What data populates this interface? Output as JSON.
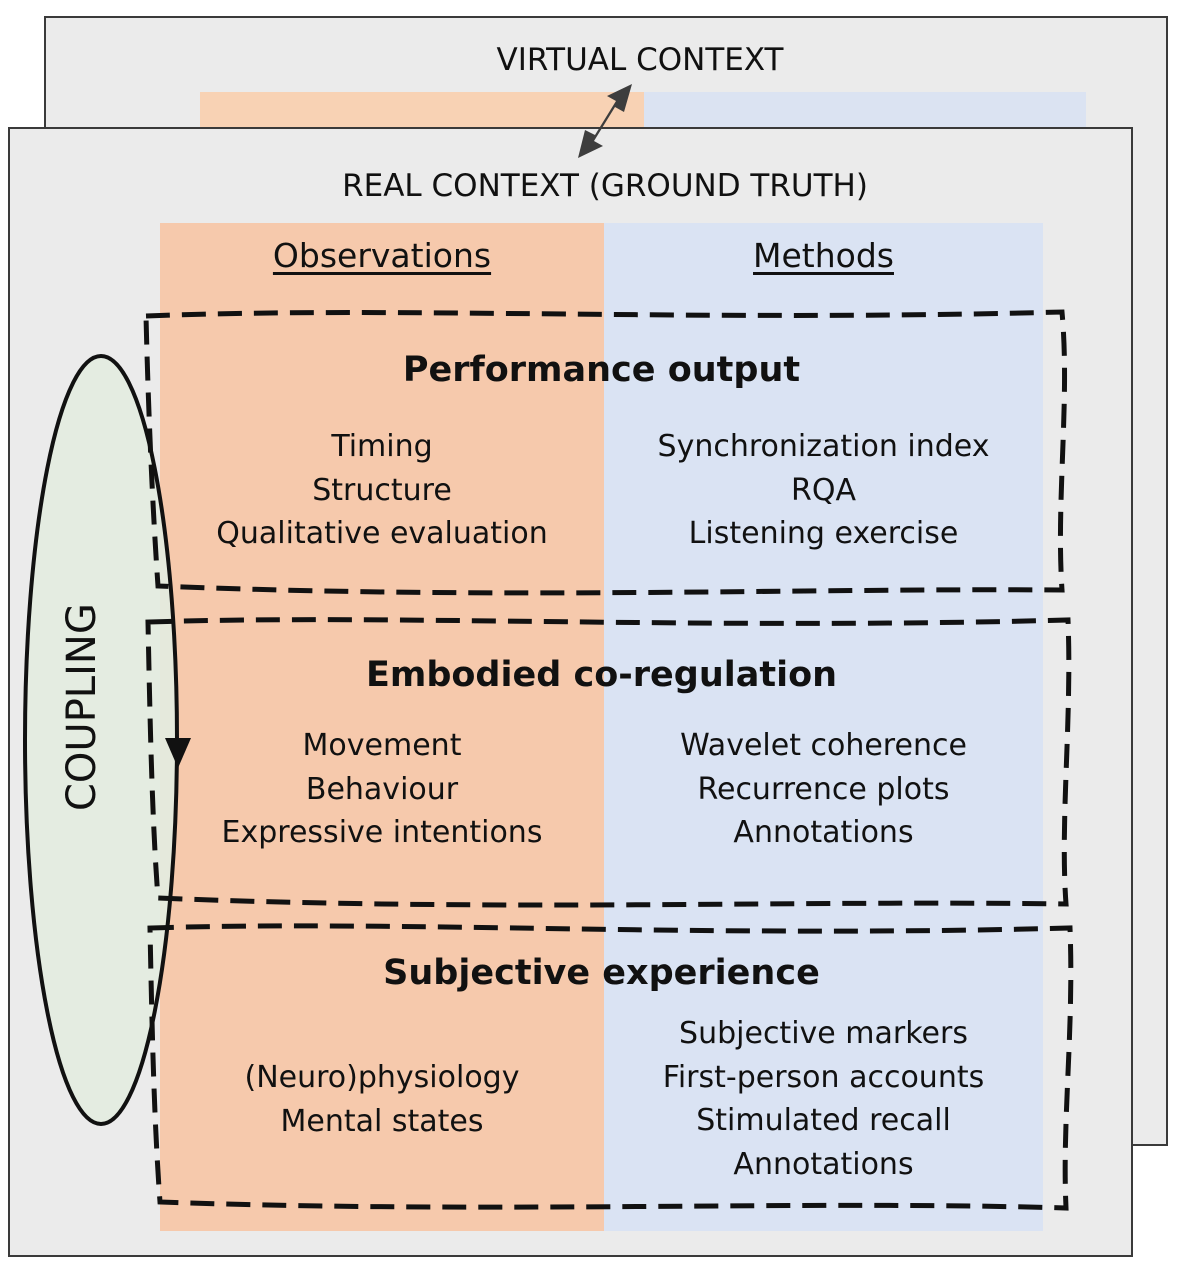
{
  "virtual_context": {
    "title": "VIRTUAL CONTEXT"
  },
  "real_context": {
    "title": "REAL CONTEXT (GROUND TRUTH)"
  },
  "columns": {
    "observations": "Observations",
    "methods": "Methods"
  },
  "coupling": {
    "label": "COUPLING"
  },
  "sections": [
    {
      "title": "Performance output",
      "observations": [
        "Timing",
        "Structure",
        "Qualitative evaluation"
      ],
      "methods": [
        "Synchronization index",
        "RQA",
        "Listening exercise"
      ]
    },
    {
      "title": "Embodied co-regulation",
      "observations": [
        "Movement",
        "Behaviour",
        "Expressive intentions"
      ],
      "methods": [
        "Wavelet coherence",
        "Recurrence plots",
        "Annotations"
      ]
    },
    {
      "title": "Subjective experience",
      "observations": [
        "(Neuro)physiology",
        "Mental states"
      ],
      "methods": [
        "Subjective markers",
        "First-person accounts",
        "Stimulated recall",
        "Annotations"
      ]
    }
  ],
  "colors": {
    "observations_fill": "#f6c9ac",
    "methods_fill": "#dae3f3",
    "panel_fill": "#ebebeb",
    "coupling_fill": "#e3ebe0"
  }
}
